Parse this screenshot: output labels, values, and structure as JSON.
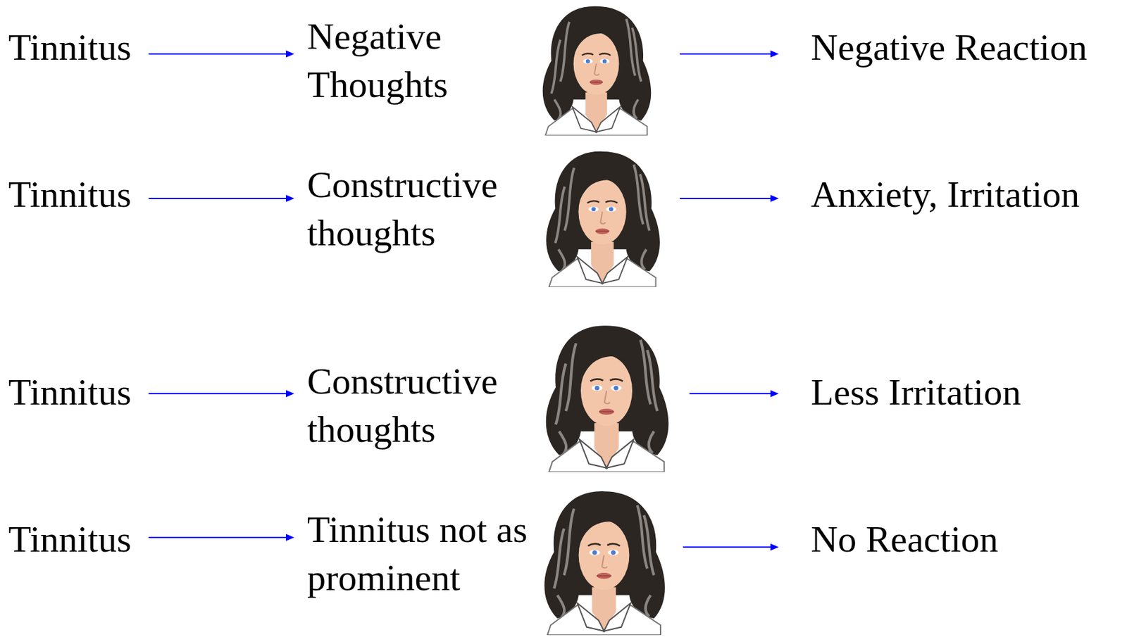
{
  "diagram": {
    "nodes": [
      {
        "text": [
          "Tinnitus"
        ]
      },
      {
        "text": [
          "Negative Thoughts"
        ]
      },
      {
        "text": [
          "Negative Reaction"
        ]
      },
      {
        "text": [
          "Tinnitus"
        ]
      },
      {
        "text": [
          "Constructive thoughts"
        ]
      },
      {
        "text": [
          "Anxiety, Irritation"
        ]
      },
      {
        "text": [
          "Tinnitus"
        ]
      },
      {
        "text": [
          "Constructive thoughts"
        ]
      },
      {
        "text": [
          "Less Irritation"
        ]
      },
      {
        "text": [
          "Tinnitus"
        ]
      },
      {
        "text": [
          "Tinnitus not as prominent"
        ]
      },
      {
        "text": [
          "No Reaction"
        ]
      }
    ],
    "edges": [
      {
        "from": 0,
        "to": 1,
        "arrow": "to"
      },
      {
        "from": 1,
        "to": 2,
        "arrow": "to"
      },
      {
        "from": 3,
        "to": 4,
        "arrow": "to"
      },
      {
        "from": 4,
        "to": 5,
        "arrow": "to"
      },
      {
        "from": 6,
        "to": 7,
        "arrow": "to"
      },
      {
        "from": 7,
        "to": 8,
        "arrow": "to"
      },
      {
        "from": 9,
        "to": 10,
        "arrow": "to"
      },
      {
        "from": 10,
        "to": 11,
        "arrow": "to"
      }
    ]
  }
}
